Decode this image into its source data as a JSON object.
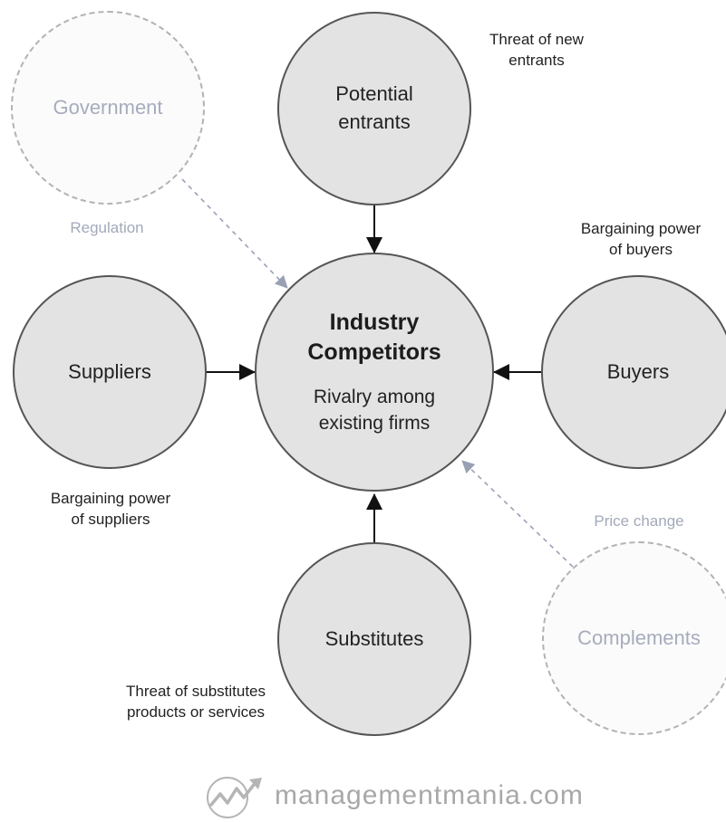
{
  "nodes": {
    "potential_entrants": "Potential\nentrants",
    "government": "Government",
    "suppliers": "Suppliers",
    "buyers": "Buyers",
    "substitutes": "Substitutes",
    "complements": "Complements",
    "center_title": "Industry\nCompetitors",
    "center_subtitle": "Rivalry among\nexisting firms"
  },
  "annotations": {
    "threat_new_entrants": "Threat of new\nentrants",
    "regulation": "Regulation",
    "bargaining_buyers": "Bargaining power\nof buyers",
    "bargaining_suppliers": "Bargaining power\nof suppliers",
    "price_change": "Price change",
    "threat_substitutes": "Threat of substitutes\nproducts or services"
  },
  "brand": {
    "text": "managementmania.com",
    "icon": "trend-arrow-logo-icon"
  },
  "colors": {
    "solid_fill": "#e3e3e3",
    "solid_stroke": "#555555",
    "dashed_stroke": "#b3b3b3",
    "muted_text": "#a7acbc",
    "arrow": "#111111",
    "dashed_arrow": "#9aa0b4"
  }
}
